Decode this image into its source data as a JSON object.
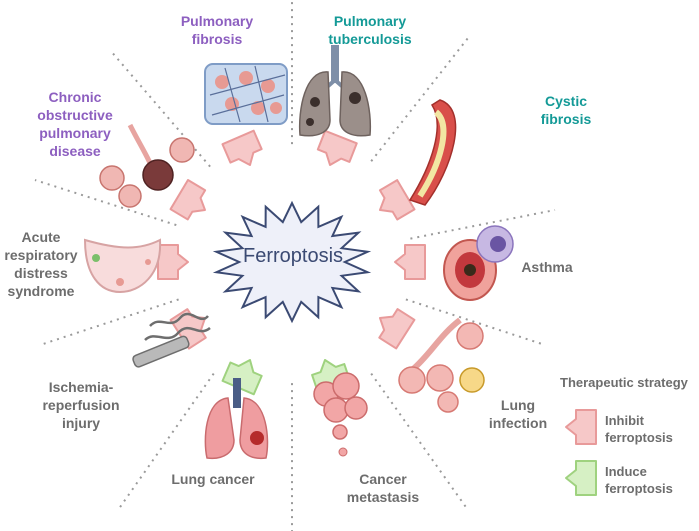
{
  "center": {
    "label": "Ferroptosis"
  },
  "diseases": [
    {
      "id": "pulmonary-fibrosis",
      "label": "Pulmonary\nfibrosis",
      "strategy": "inhibit",
      "color": "purple"
    },
    {
      "id": "pulmonary-tuberculosis",
      "label": "Pulmonary\ntuberculosis",
      "strategy": "inhibit",
      "color": "teal"
    },
    {
      "id": "cystic-fibrosis",
      "label": "Cystic\nfibrosis",
      "strategy": "inhibit",
      "color": "teal"
    },
    {
      "id": "asthma",
      "label": "Asthma",
      "strategy": "inhibit",
      "color": "gray"
    },
    {
      "id": "lung-infection",
      "label": "Lung\ninfection",
      "strategy": "inhibit",
      "color": "gray"
    },
    {
      "id": "cancer-metastasis",
      "label": "Cancer\nmetastasis",
      "strategy": "induce",
      "color": "gray"
    },
    {
      "id": "lung-cancer",
      "label": "Lung cancer",
      "strategy": "induce",
      "color": "gray"
    },
    {
      "id": "ischemia-reperfusion-injury",
      "label": "Ischemia-\nreperfusion\ninjury",
      "strategy": "inhibit",
      "color": "gray"
    },
    {
      "id": "ards",
      "label": "Acute\nrespiratory\ndistress\nsyndrome",
      "strategy": "inhibit",
      "color": "gray"
    },
    {
      "id": "copd",
      "label": "Chronic\nobstructive\npulmonary\ndisease",
      "strategy": "inhibit",
      "color": "purple"
    }
  ],
  "legend": {
    "title": "Therapeutic strategy",
    "inhibit": "Inhibit\nferroptosis",
    "induce": "Induce\nferroptosis"
  },
  "colors": {
    "inhibit_fill": "#f6c8c8",
    "inhibit_stroke": "#e89a9a",
    "induce_fill": "#d6f0c4",
    "induce_stroke": "#9fd27f",
    "star_fill": "#eef0f9",
    "star_stroke": "#3b4a73",
    "divider": "#9a9a9a",
    "purple": "#8d5fc0",
    "teal": "#149a97",
    "gray": "#6d6d6d"
  }
}
